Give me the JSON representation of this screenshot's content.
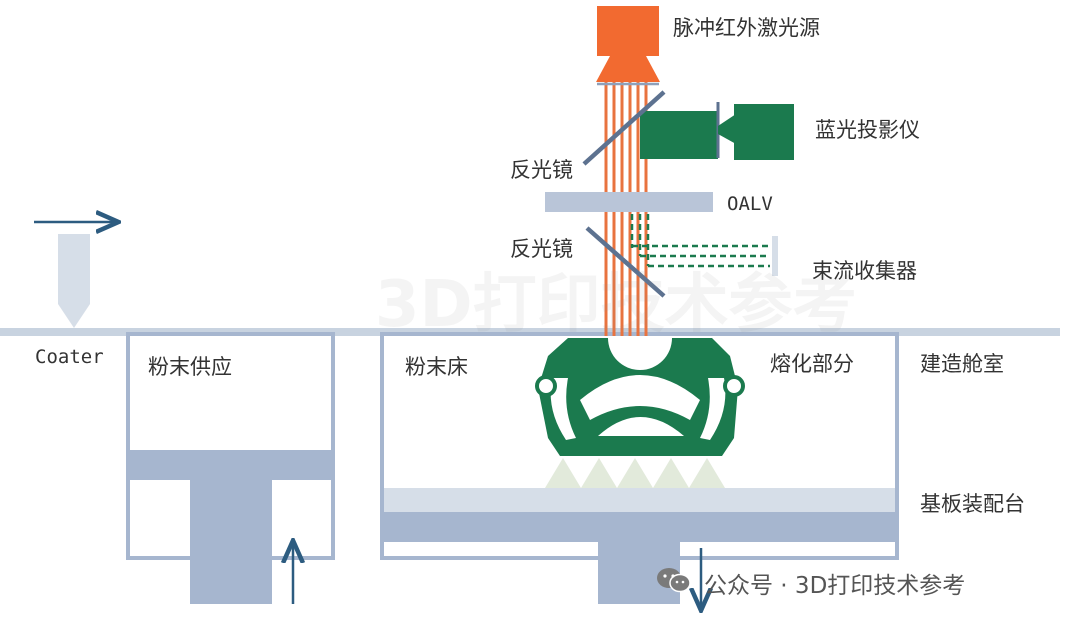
{
  "labels": {
    "laser_source": "脉冲红外激光源",
    "blue_projector": "蓝光投影仪",
    "mirror_top": "反光镜",
    "oalv": "OALV",
    "mirror_bottom": "反光镜",
    "beam_dump": "束流收集器",
    "coater": "Coater",
    "powder_supply": "粉末供应",
    "powder_bed": "粉末床",
    "fusion_part": "熔化部分",
    "build_chamber": "建造舱室",
    "substrate_stage": "基板装配台"
  },
  "watermark": {
    "center_text": "3D打印技术参考",
    "footer_text": "公众号 · 3D打印技术参考"
  },
  "colors": {
    "laser_source": "#f26a30",
    "laser_beam": "#e8733f",
    "projector": "#1b7a4e",
    "part": "#1b7a4e",
    "structure": "#a6b6cf",
    "oalv": "#b9c5d8",
    "mirror": "#5d7290",
    "arrow": "#2d5c80",
    "powder_cone": "#e2eadb",
    "substrate_top": "#d6dee8"
  }
}
